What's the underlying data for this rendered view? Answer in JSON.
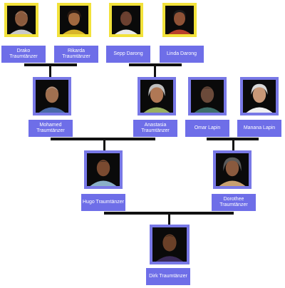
{
  "people": {
    "drako": {
      "name": "Drako Traumtänzer",
      "skin": "#8a5a3c",
      "hair": "#c8c8c8",
      "shirt": "#c9c9c9"
    },
    "rikarda": {
      "name": "Rikarda Traumtänzer",
      "skin": "#a0683f",
      "hair": "#2a1a12",
      "shirt": "#d8b42a"
    },
    "sepp": {
      "name": "Sepp Darong",
      "skin": "#6b4030",
      "hair": "#1b1b1b",
      "shirt": "#e8e8e8"
    },
    "linda": {
      "name": "Linda Darong",
      "skin": "#8e5236",
      "hair": "#1a1a1a",
      "shirt": "#b8402a"
    },
    "mohamed": {
      "name": "Mohamed Traumtänzer",
      "skin": "#a07050",
      "hair": "#c0c0c0",
      "shirt": "#4a6aa8"
    },
    "anastasia": {
      "name": "Anastasia Traumtänzer",
      "skin": "#b07855",
      "hair": "#bfbfbf",
      "shirt": "#9ab060"
    },
    "omar": {
      "name": "Omar Lapin",
      "skin": "#6b4a3a",
      "hair": "#1c1c1c",
      "shirt": "#3f6f6a"
    },
    "manana": {
      "name": "Manana Lapin",
      "skin": "#c89878",
      "hair": "#d8d8d8",
      "shirt": "#f0f0f0"
    },
    "hugo": {
      "name": "Hugo Traumtänzer",
      "skin": "#7a4a30",
      "hair": "#1a1a1a",
      "shirt": "#8ab0c8"
    },
    "dorothee": {
      "name": "Dorothee Traumtänzer",
      "skin": "#8a5a3e",
      "hair": "#5a5a5a",
      "shirt": "#c8a070"
    },
    "dirk": {
      "name": "Dirk Traumtänzer",
      "skin": "#6a4028",
      "hair": "#141414",
      "shirt": "#3a2a58"
    }
  }
}
